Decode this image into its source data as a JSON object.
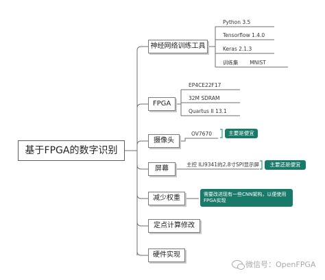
{
  "root": {
    "label": "基于FPGA的数字识别"
  },
  "branches": [
    {
      "id": "nn-tools",
      "label": "神经网络训练工具",
      "leaves": [
        "Python 3.5",
        "Tensorflow 1.4.0",
        "Keras 2.1.3",
        "训练集       MNIST"
      ]
    },
    {
      "id": "fpga",
      "label": "FPGA",
      "leaves": [
        "EP4CE22F17",
        "32M SDRAM",
        "Quartus II 13.1"
      ]
    },
    {
      "id": "camera",
      "label": "摄像头",
      "leaves": [
        "OV7670"
      ],
      "note": "主要是便宜"
    },
    {
      "id": "screen",
      "label": "屏幕",
      "leaves": [
        "主控 ILI9341的2.8寸SPI显示屏"
      ],
      "note": "主要还是便宜"
    },
    {
      "id": "reduce-weights",
      "label": "减少权重",
      "note": "需要改进现有一些CNN架构，以便使用FPGA实现"
    },
    {
      "id": "fixed-point",
      "label": "定点计算修改"
    },
    {
      "id": "hardware",
      "label": "硬件实现"
    }
  ],
  "watermark": {
    "text": "微信号：OpenFPGA"
  },
  "colors": {
    "line": "#6b6b6b",
    "note_bg": "#1a7a6a",
    "note_bracket": "#2a9a8a"
  }
}
